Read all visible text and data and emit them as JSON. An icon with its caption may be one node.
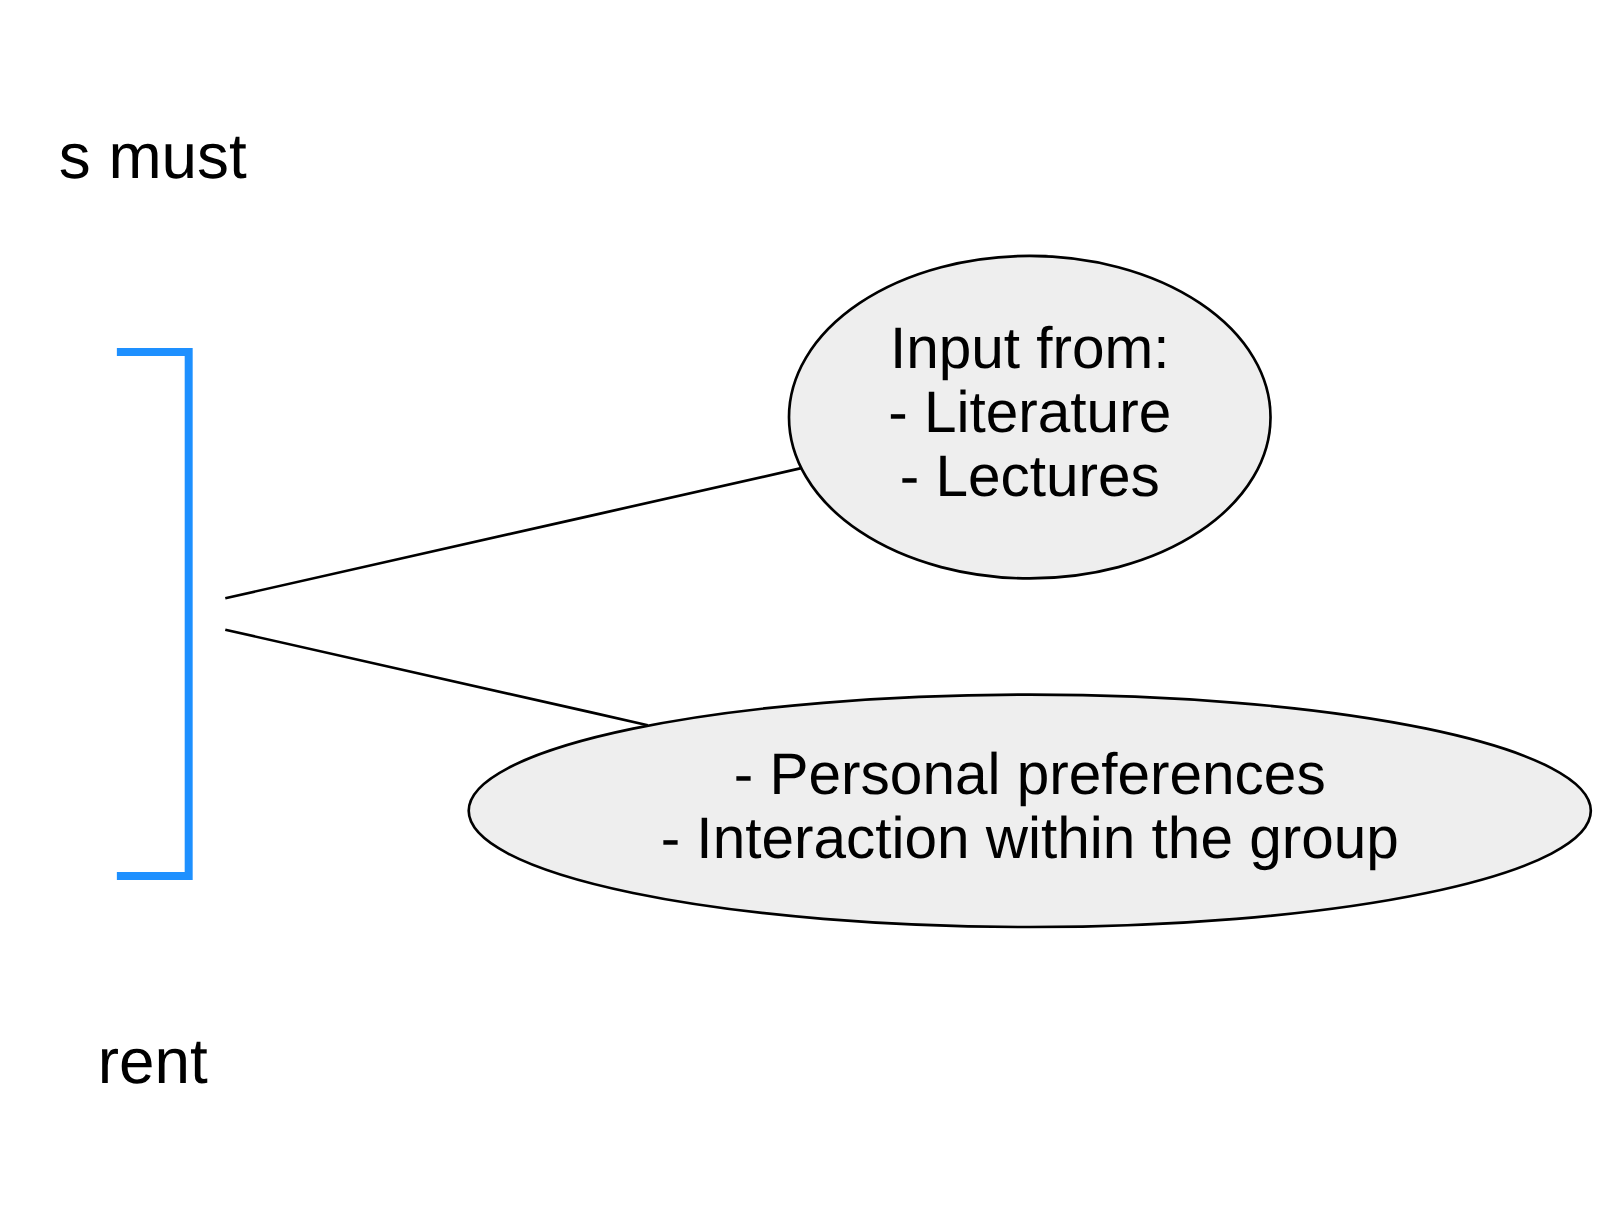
{
  "diagram": {
    "nodes": [
      {
        "text": [],
        "shape": "brace"
      },
      {
        "text": [
          "Input from:",
          "- Literature",
          "- Lectures"
        ]
      },
      {
        "text": [
          "- Personal preferences",
          "- Interaction within the group"
        ]
      }
    ],
    "edges": [
      {
        "from": 0,
        "to": 1,
        "arrow": "none"
      },
      {
        "from": 0,
        "to": 2,
        "arrow": "none"
      }
    ],
    "labels": [
      "s must",
      "rent"
    ]
  }
}
